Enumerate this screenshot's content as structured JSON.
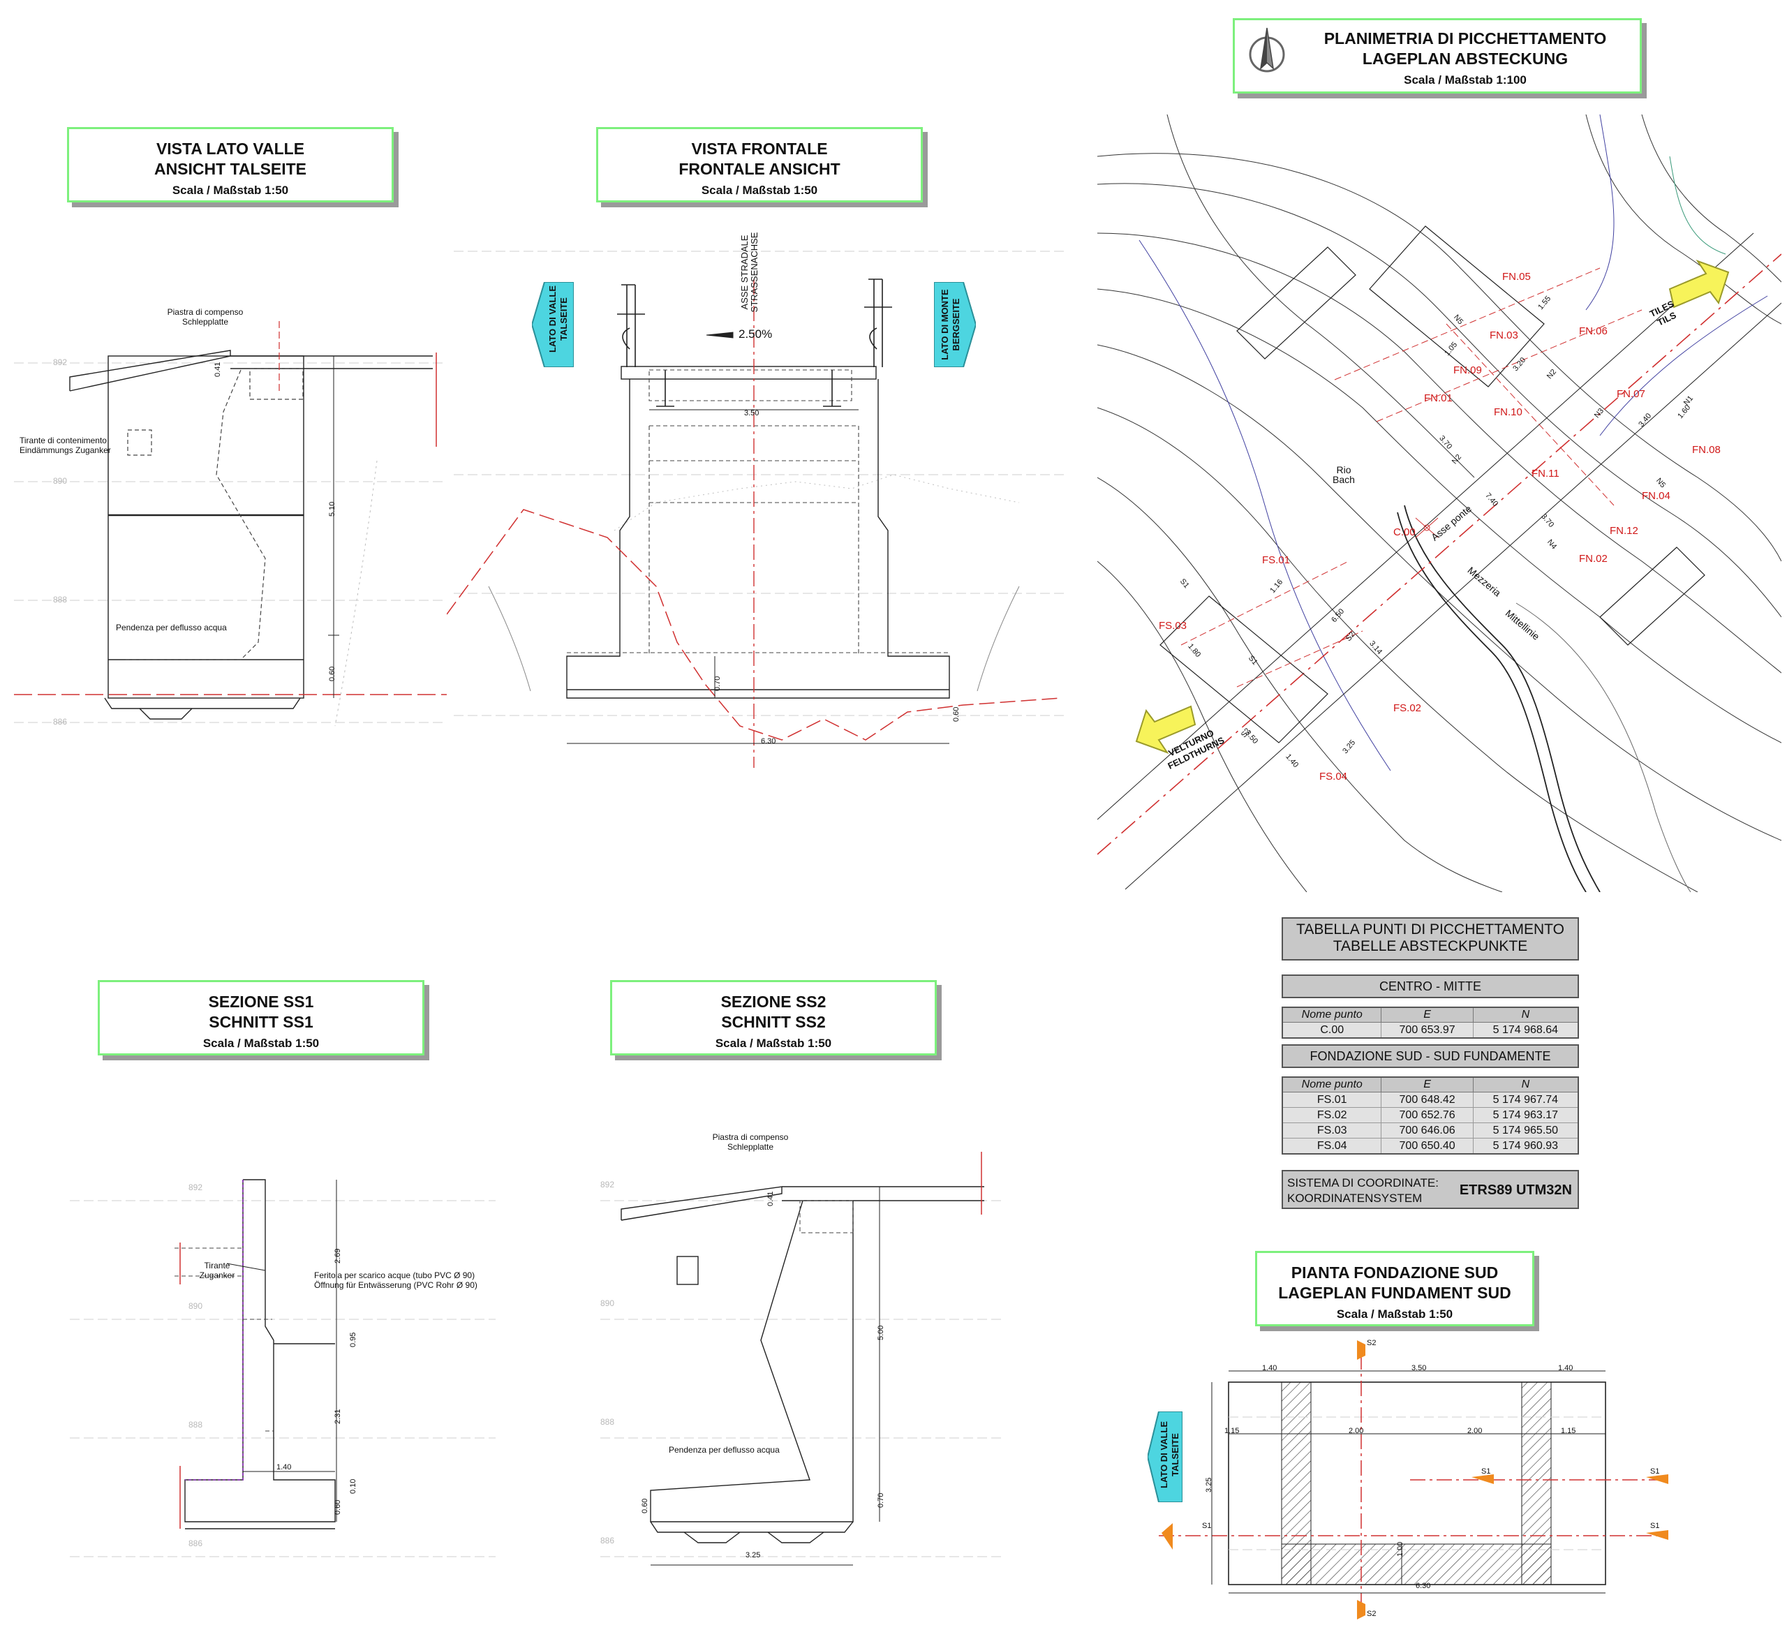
{
  "titles": {
    "valle": {
      "line1": "VISTA LATO VALLE",
      "line2": "ANSICHT TALSEITE",
      "scale": "Scala / Maßstab 1:50"
    },
    "frontale": {
      "line1": "VISTA FRONTALE",
      "line2": "FRONTALE ANSICHT",
      "scale": "Scala / Maßstab 1:50"
    },
    "planimetria": {
      "line1": "PLANIMETRIA DI PICCHETTAMENTO",
      "line2": "LAGEPLAN ABSTECKUNG",
      "scale": "Scala / Maßstab 1:100"
    },
    "ss1": {
      "line1": "SEZIONE SS1",
      "line2": "SCHNITT SS1",
      "scale": "Scala / Maßstab 1:50"
    },
    "ss2": {
      "line1": "SEZIONE SS2",
      "line2": "SCHNITT SS2",
      "scale": "Scala / Maßstab 1:50"
    },
    "fondazione": {
      "line1": "PIANTA FONDAZIONE SUD",
      "line2": "LAGEPLAN FUNDAMENT SUD",
      "scale": "Scala / Maßstab 1:50"
    }
  },
  "notes": {
    "piastra_1": "Piastra di compenso",
    "piastra_2": "Schlepplatte",
    "tirante_1": "Tirante di contenimento",
    "tirante_2": "Eindämmungs Zuganker",
    "pendenza": "Pendenza per deflusso acqua",
    "tirante_short_1": "Tirante",
    "tirante_short_2": "Zuganker",
    "feritoia_1": "Feritoia per scarico acque (tubo PVC Ø 90)",
    "feritoia_2": "Öffnung für Entwässerung (PVC Rohr Ø 90)",
    "asse_1": "ASSE STRADALE",
    "asse_2": "STRASSENACHSE",
    "slope": "2.50%",
    "rio_1": "Rio",
    "rio_2": "Bach",
    "asse_ponte": "Asse ponte",
    "mezzeria_1": "Mezzeria",
    "mezzeria_2": "Mittellinie"
  },
  "arrows": {
    "lato_valle_1": "LATO DI VALLE",
    "lato_valle_2": "TALSEITE",
    "lato_monte_1": "LATO DI MONTE",
    "lato_monte_2": "BERGSEITE",
    "tiles_1": "TILES",
    "tiles_2": "TILS",
    "velturno_1": "VELTURNO",
    "velturno_2": "FELDTHURNS",
    "colors": {
      "cyan": "#4dd5e0",
      "yellow": "#f7f35a",
      "orange": "#f08a1e",
      "red": "#d01818",
      "green": "#7df07d"
    }
  },
  "levels": {
    "l892": "892",
    "l890": "890",
    "l888": "888",
    "l886": "886"
  },
  "dims": {
    "d041": "0.41",
    "d510": "5.10",
    "d060": "0.60",
    "d350": "3.50",
    "d070": "0.70",
    "d630": "6.30",
    "d269": "2.69",
    "d095": "0.95",
    "d231": "2.31",
    "d010": "0.10",
    "d140": "1.40",
    "d500": "5.00",
    "d325": "3.25",
    "d115": "1.15",
    "d200": "2.00",
    "d100": "1.00",
    "p105": "1.05",
    "p320": "3.20",
    "p370": "3.70",
    "p160": "1.60",
    "p340": "3.40",
    "p740": "7.40",
    "p650": "6.50",
    "p314": "3.14",
    "p116": "1.16",
    "p180": "1.80",
    "p155": "1.55"
  },
  "cuts": {
    "s1": "S1",
    "s2": "S2",
    "n1": "N1",
    "n2": "N2",
    "n3": "N3",
    "n4": "N4",
    "n5": "N5"
  },
  "points": {
    "fn05": "FN.05",
    "fn03": "FN.03",
    "fn06": "FN.06",
    "fn09": "FN.09",
    "fn01": "FN.01",
    "fn10": "FN.10",
    "fn07": "FN.07",
    "fn08": "FN.08",
    "fn11": "FN.11",
    "fn04": "FN.04",
    "fn12": "FN.12",
    "fn02": "FN.02",
    "c00": "C.00",
    "fs01": "FS.01",
    "fs03": "FS.03",
    "fs02": "FS.02",
    "fs04": "FS.04"
  },
  "table": {
    "title_1": "TABELLA PUNTI DI PICCHETTAMENTO",
    "title_2": "TABELLE ABSTECKPUNKTE",
    "centro": "CENTRO    -    MITTE",
    "fondazione": "FONDAZIONE SUD  -   SUD FUNDAMENTE",
    "headers": [
      "Nome punto",
      "E",
      "N"
    ],
    "centro_rows": [
      [
        "C.00",
        "700 653.97",
        "5 174 968.64"
      ]
    ],
    "fs_rows": [
      [
        "FS.01",
        "700 648.42",
        "5 174 967.74"
      ],
      [
        "FS.02",
        "700 652.76",
        "5 174 963.17"
      ],
      [
        "FS.03",
        "700 646.06",
        "5 174 965.50"
      ],
      [
        "FS.04",
        "700 650.40",
        "5 174 960.93"
      ]
    ],
    "sistema_1": "SISTEMA DI COORDINATE:",
    "sistema_2": "KOORDINATENSYSTEM",
    "sistema_val": "ETRS89 UTM32N"
  }
}
